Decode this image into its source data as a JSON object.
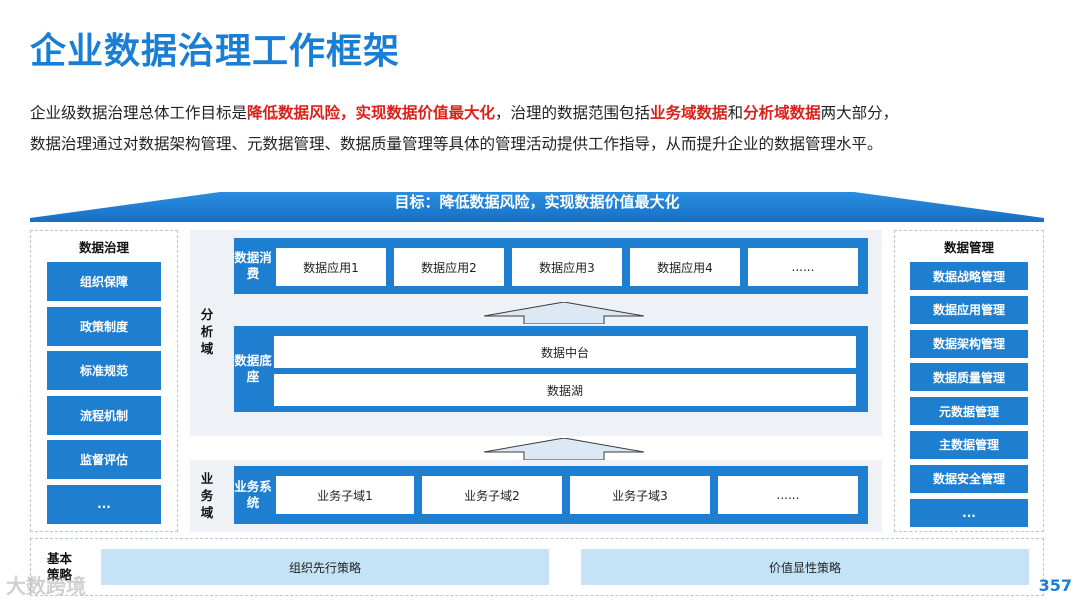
{
  "title": "企业数据治理工作框架",
  "intro": {
    "line1_a": "企业级数据治理总体工作目标是",
    "line1_b": "降低数据风险，实现数据价值最大化",
    "line1_c": "，治理的数据范围包括",
    "line1_d": "业务域数据",
    "line1_e": "和",
    "line1_f": "分析域数据",
    "line1_g": "两大部分，",
    "line2": "数据治理通过对数据架构管理、元数据管理、数据质量管理等具体的管理活动提供工作指导，从而提升企业的数据管理水平。"
  },
  "roof": {
    "label": "目标：降低数据风险，实现数据价值最大化"
  },
  "governance": {
    "title": "数据治理",
    "items": [
      "组织保障",
      "政策制度",
      "标准规范",
      "流程机制",
      "监督评估",
      "..."
    ]
  },
  "management": {
    "title": "数据管理",
    "items": [
      "数据战略管理",
      "数据应用管理",
      "数据架构管理",
      "数据质量管理",
      "元数据管理",
      "主数据管理",
      "数据安全管理",
      "..."
    ]
  },
  "analysis": {
    "label": "分析域",
    "consume": {
      "label": "数据消费",
      "cells": [
        "数据应用1",
        "数据应用2",
        "数据应用3",
        "数据应用4",
        "......"
      ]
    },
    "base": {
      "label": "数据底座",
      "cells": [
        "数据中台",
        "数据湖"
      ]
    }
  },
  "business": {
    "label": "业务域",
    "system": {
      "label": "业务系统",
      "cells": [
        "业务子域1",
        "业务子域2",
        "业务子域3",
        "......"
      ]
    }
  },
  "strategy": {
    "label": "基本策略",
    "items": [
      "组织先行策略",
      "价值显性策略"
    ]
  },
  "page_number": "357",
  "watermark": "大数跨境",
  "colors": {
    "accent": "#1a7fd4",
    "band": "#1e7fd0",
    "highlight": "#d8231c",
    "strategy_fill": "#c5e3f6"
  }
}
